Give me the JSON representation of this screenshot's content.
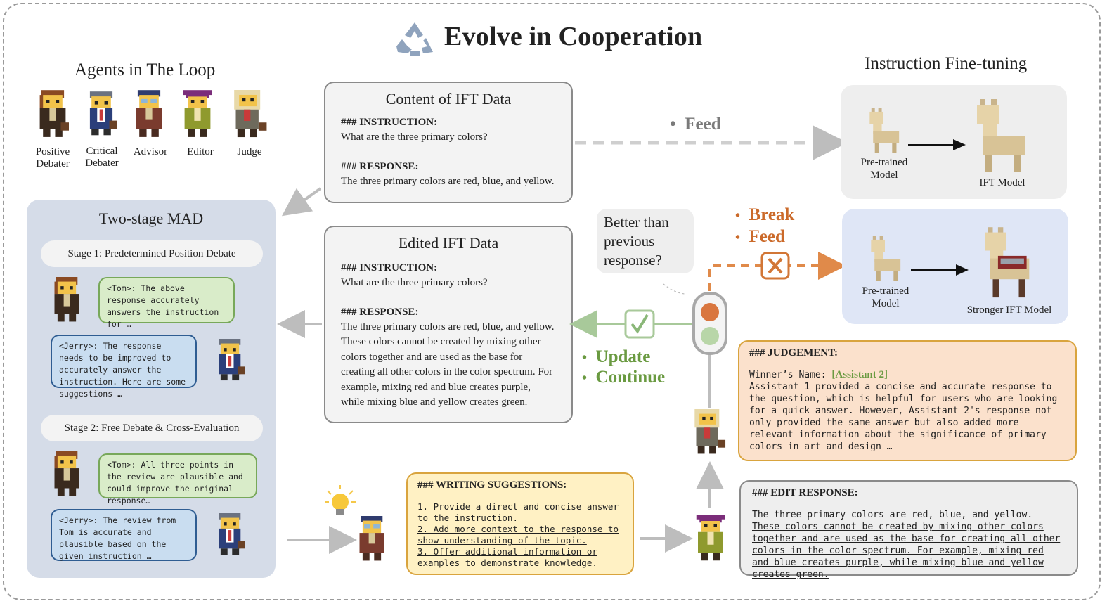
{
  "title": "Evolve in Cooperation",
  "agents": {
    "heading": "Agents in The Loop",
    "items": [
      {
        "label": "Positive Debater"
      },
      {
        "label": "Critical Debater"
      },
      {
        "label": "Advisor"
      },
      {
        "label": "Editor"
      },
      {
        "label": "Judge"
      }
    ]
  },
  "mad": {
    "heading": "Two-stage MAD",
    "stage1": "Stage 1: Predetermined Position Debate",
    "stage2": "Stage 2: Free Debate & Cross-Evaluation",
    "s1_tom": "<Tom>: The above response accurately answers the instruction for …",
    "s1_jerry": "<Jerry>: The response needs to be improved to accurately answer the instruction. Here are some suggestions …",
    "s2_tom": "<Tom>: All three points in the review are plausible and could improve the original response…",
    "s2_jerry": "<Jerry>: The review from Tom is accurate and plausible based on the given instruction …"
  },
  "content": {
    "heading": "Content of IFT Data",
    "instruction_label": "### INSTRUCTION:",
    "instruction": "What are the three primary colors?",
    "response_label": "### RESPONSE:",
    "response": "The three primary colors are red, blue, and yellow."
  },
  "edited": {
    "heading": "Edited IFT Data",
    "instruction_label": "### INSTRUCTION:",
    "instruction": "What are the three primary colors?",
    "response_label": "### RESPONSE:",
    "response": "The three primary colors are red, blue, and yellow. These colors cannot be created by mixing other colors together and are used as the base for creating all other colors in the color spectrum. For example, mixing red and blue creates purple, while mixing blue and yellow creates green."
  },
  "ift": {
    "heading": "Instruction Fine-tuning",
    "pretrained": "Pre-trained Model",
    "ift_model": "IFT Model",
    "pretrained2": "Pre-trained Model",
    "stronger": "Stronger IFT Model"
  },
  "flow": {
    "feed": "Feed",
    "break": "Break",
    "feed2": "Feed",
    "question": "Better than previous response?",
    "update": "Update",
    "continue": "Continue",
    "bullet": "•"
  },
  "judgement": {
    "label": "### JUDGEMENT:",
    "winner_label": "Winner’s Name:",
    "winner": "[Assistant 2]",
    "text": "Assistant 1 provided a concise and accurate response to the question, which is helpful for users who are looking for a quick answer. However, Assistant 2's response not only provided the same answer but also added more relevant information about the significance of primary colors in art and design …"
  },
  "suggestions": {
    "label": "### WRITING SUGGESTIONS:",
    "s1": "1. Provide a direct and concise answer to the instruction.",
    "s2": "2. Add more context to the response to show understanding of the topic.",
    "s3": "3. Offer additional information or examples to demonstrate knowledge."
  },
  "edit": {
    "label": "### EDIT RESPONSE:",
    "plain": "The three primary colors are red, blue, and yellow.",
    "underlined": "These colors cannot be created by mixing other colors together and are used as the base for creating all other colors in the color spectrum. For example, mixing red and blue creates purple, while mixing blue and yellow creates green."
  },
  "colors": {
    "orange": "#cb6a2a",
    "green": "#6a9a41",
    "gray_arrow": "#bdbdbd",
    "gold": "#c7862c"
  },
  "icons": [
    "recycle-icon",
    "lightbulb-icon",
    "check-icon",
    "cross-icon",
    "traffic-light-icon"
  ]
}
